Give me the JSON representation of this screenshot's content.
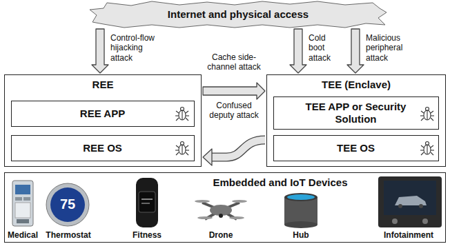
{
  "diagram": {
    "nodes": [
      {
        "text": [
          "Internet and physical access"
        ]
      },
      {
        "text": [
          "REE"
        ]
      },
      {
        "text": [
          "REE APP"
        ],
        "in": 1
      },
      {
        "text": [
          "REE OS"
        ],
        "in": 1
      },
      {
        "text": [
          "TEE (Enclave)"
        ]
      },
      {
        "text": [
          "TEE APP or Security Solution"
        ],
        "in": 4
      },
      {
        "text": [
          "TEE OS"
        ],
        "in": 4
      },
      {
        "text": [
          "Embedded and IoT Devices"
        ]
      }
    ],
    "edges": [
      {
        "from": 0,
        "to": 1,
        "label": "Control-flow hijacking attack",
        "arrow": "to"
      },
      {
        "from": 0,
        "to": 4,
        "label": "Cold boot attack",
        "arrow": "to"
      },
      {
        "from": 0,
        "to": 4,
        "label": "Malicious peripheral attack",
        "arrow": "to"
      },
      {
        "from": 1,
        "to": 4,
        "label": "Cache side-channel attack",
        "arrow": "to"
      },
      {
        "from": 4,
        "to": 1,
        "label": "Confused deputy attack",
        "arrow": "to"
      }
    ],
    "labels": [
      "75",
      "Medical",
      "Thermostat",
      "Fitness",
      "Drone",
      "Hub",
      "Infotainment"
    ]
  }
}
